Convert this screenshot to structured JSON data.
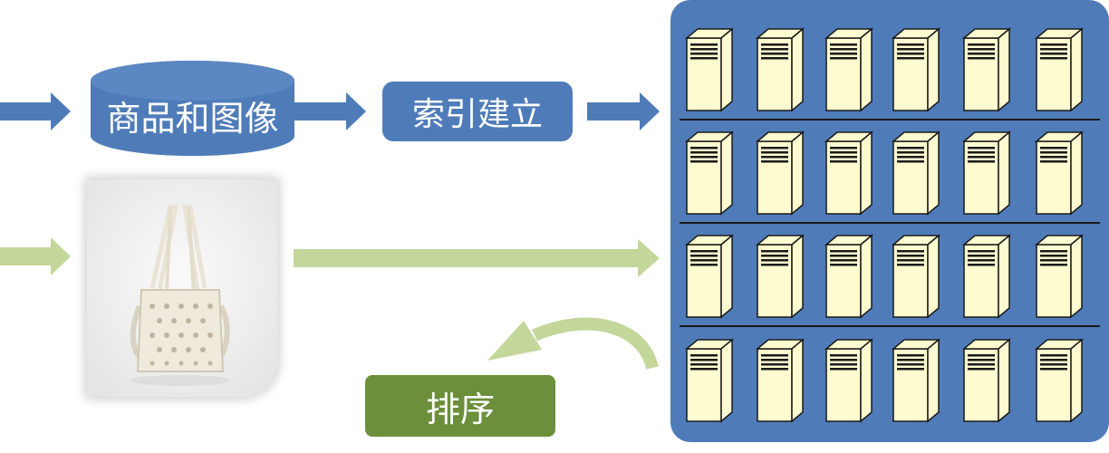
{
  "nodes": {
    "database_label": "商品和图像",
    "index_label": "索引建立",
    "sort_label": "排序"
  },
  "images": {
    "product_photo": "handbag-photo"
  },
  "server_cluster": {
    "rows": 4,
    "servers_per_row": 6,
    "icon": "server-tower-icon"
  },
  "colors": {
    "blue": "#4f7cb9",
    "green_arrow": "#c4d79b",
    "green_box": "#6b8f3a",
    "server_face": "#fffbd0"
  }
}
